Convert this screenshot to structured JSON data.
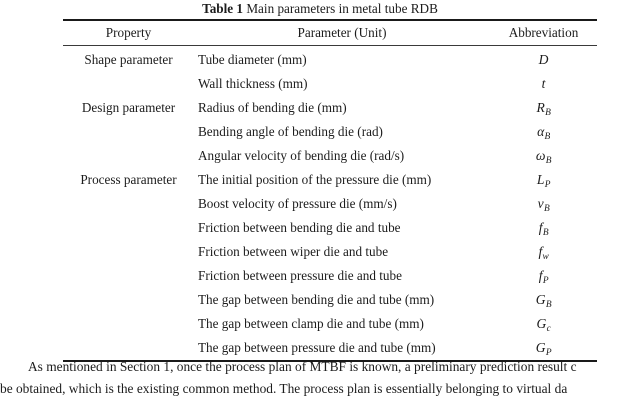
{
  "document": {
    "caption": {
      "label": "Table 1",
      "text": " Main parameters in metal tube RDB"
    },
    "table": {
      "headers": {
        "property": "Property",
        "parameter": "Parameter (Unit)",
        "abbreviation": "Abbreviation"
      },
      "rows": [
        {
          "property": "Shape parameter",
          "parameter": "Tube diameter (mm)",
          "abbr_base": "D",
          "abbr_sub": ""
        },
        {
          "property": "",
          "parameter": "Wall thickness (mm)",
          "abbr_base": "t",
          "abbr_sub": ""
        },
        {
          "property": "Design parameter",
          "parameter": "Radius of bending die (mm)",
          "abbr_base": "R",
          "abbr_sub": "B"
        },
        {
          "property": "",
          "parameter": "Bending angle of bending die (rad)",
          "abbr_base": "α",
          "abbr_sub": "B"
        },
        {
          "property": "",
          "parameter": "Angular velocity of bending die (rad/s)",
          "abbr_base": "ω",
          "abbr_sub": "B"
        },
        {
          "property": "Process parameter",
          "parameter": "The initial position of the pressure die (mm)",
          "abbr_base": "L",
          "abbr_sub": "P"
        },
        {
          "property": "",
          "parameter": "Boost velocity of pressure die (mm/s)",
          "abbr_base": "v",
          "abbr_sub": "B"
        },
        {
          "property": "",
          "parameter": "Friction between bending die and tube",
          "abbr_base": "f",
          "abbr_sub": "B"
        },
        {
          "property": "",
          "parameter": "Friction between wiper die and tube",
          "abbr_base": "f",
          "abbr_sub": "w"
        },
        {
          "property": "",
          "parameter": "Friction between pressure die and tube",
          "abbr_base": "f",
          "abbr_sub": "P"
        },
        {
          "property": "",
          "parameter": "The gap between bending die and tube (mm)",
          "abbr_base": "G",
          "abbr_sub": "B"
        },
        {
          "property": "",
          "parameter": "The gap between clamp die and tube (mm)",
          "abbr_base": "G",
          "abbr_sub": "c"
        },
        {
          "property": "",
          "parameter": "The gap between pressure die and tube (mm)",
          "abbr_base": "G",
          "abbr_sub": "P"
        }
      ]
    },
    "paragraph": {
      "lines": [
        "As mentioned in Section 1, once the process plan of MTBF is known, a preliminary prediction result c",
        "be obtained, which is the existing common method. The process plan is essentially belonging to virtual da"
      ]
    }
  }
}
